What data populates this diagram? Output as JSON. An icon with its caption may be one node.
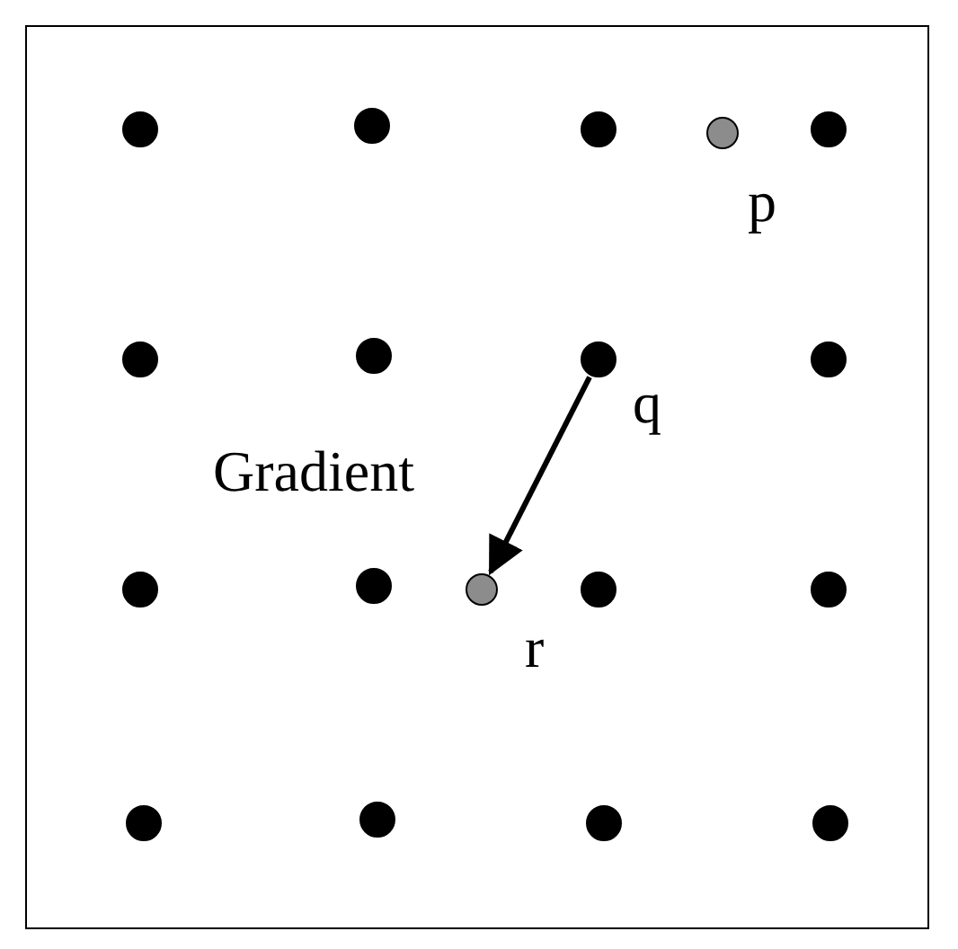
{
  "diagram": {
    "nodes": [
      {
        "text": [],
        "shape": "circle"
      },
      {
        "text": [],
        "shape": "circle"
      },
      {
        "text": [],
        "shape": "circle"
      },
      {
        "text": [],
        "shape": "circle",
        "beside": [
          "p"
        ]
      },
      {
        "text": [],
        "shape": "circle"
      },
      {
        "text": [],
        "shape": "circle"
      },
      {
        "text": [],
        "shape": "circle"
      },
      {
        "text": [],
        "shape": "circle",
        "beside": [
          "q"
        ]
      },
      {
        "text": [],
        "shape": "circle"
      },
      {
        "text": [],
        "shape": "circle"
      },
      {
        "text": [],
        "shape": "circle"
      },
      {
        "text": [],
        "shape": "circle",
        "beside": [
          "r"
        ]
      },
      {
        "text": [],
        "shape": "circle"
      },
      {
        "text": [],
        "shape": "circle"
      },
      {
        "text": [],
        "shape": "circle"
      },
      {
        "text": [],
        "shape": "circle"
      },
      {
        "text": [],
        "shape": "circle"
      },
      {
        "text": [],
        "shape": "circle"
      }
    ],
    "edges": [
      {
        "from": 7,
        "to": 11,
        "arrow": "to",
        "label": "Gradient"
      }
    ]
  }
}
